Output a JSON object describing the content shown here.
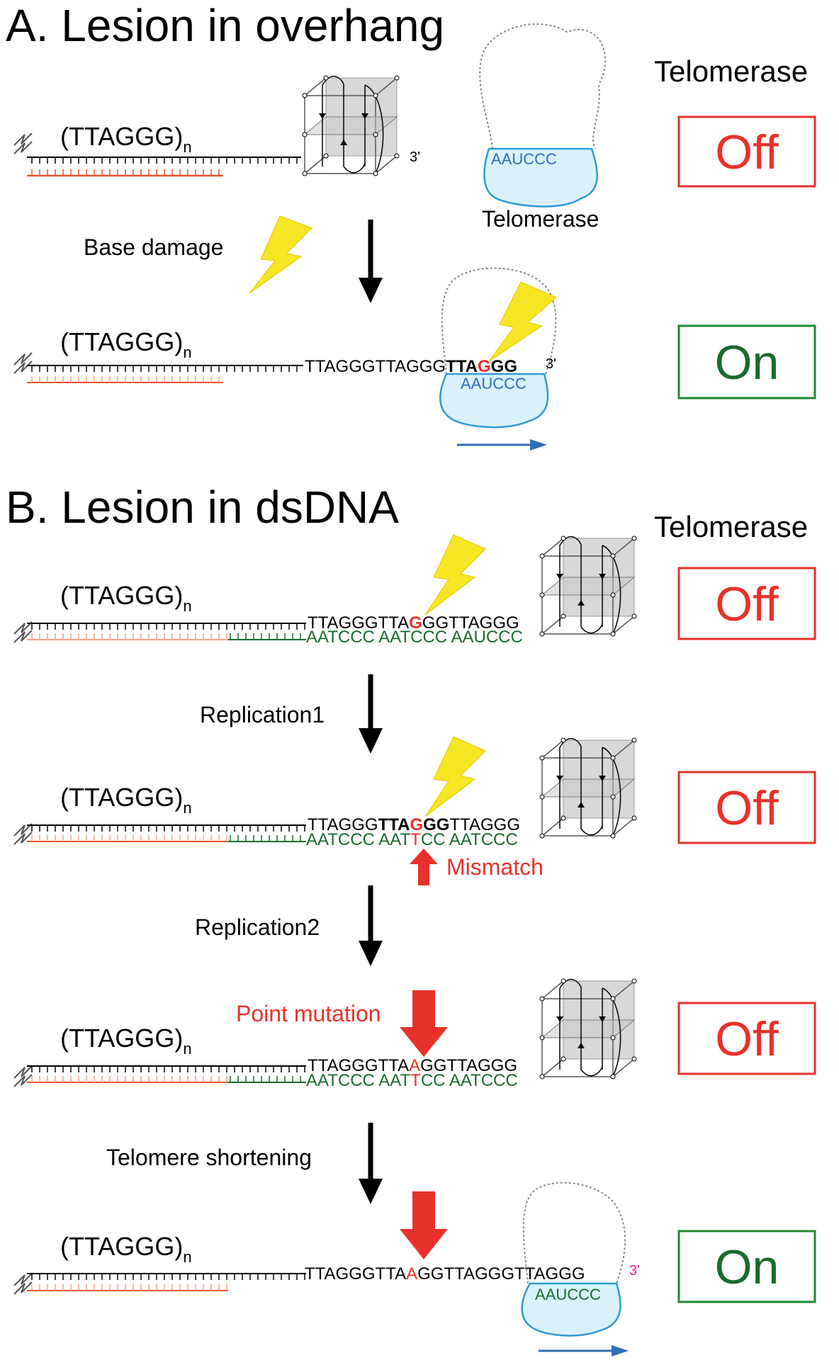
{
  "colors": {
    "black": "#000000",
    "red": "#e8312a",
    "orange": "#e9542a",
    "green": "#1a6b2e",
    "onGreen": "#1f8a34",
    "blue": "#2f6db5",
    "telBlueFill": "#d9f1fb",
    "telBlueStroke": "#2f9bd3",
    "bolt": "#f7e623",
    "magenta": "#e0218a",
    "cubeGray": "#d8d8d8"
  },
  "panelA": {
    "title": "A. Lesion in overhang",
    "telomerase_header": "Telomerase",
    "repeat_label": "(TTAGGG)",
    "repeat_sub": "n",
    "three_prime": "3'",
    "template_seq": "AAUCCC",
    "telomerase_caption": "Telomerase",
    "state1": "Off",
    "step_label": "Base damage",
    "overhang_normal": "TTAGGGTTAGGG",
    "overhang_bold1": "TTA",
    "overhang_red": "G",
    "overhang_bold2": "GG",
    "state2": "On"
  },
  "panelB": {
    "title": "B. Lesion in dsDNA",
    "telomerase_header": "Telomerase",
    "repeat_label": "(TTAGGG)",
    "repeat_sub": "n",
    "row1": {
      "top_a": "TTAGGGTTA",
      "top_red": "G",
      "top_b": "GGTTAGGG",
      "bottom": "AATCCC AATCCC AAUCCC",
      "state": "Off"
    },
    "step1": "Replication1",
    "row2": {
      "top_a": "TTAGGG",
      "top_bold": "TTA",
      "top_red": "G",
      "top_bold2": "GG",
      "top_b": "TTAGGG",
      "bottom_a": "AATCCC AAT",
      "bottom_red": "T",
      "bottom_b": "CC AATCCC",
      "mismatch": "Mismatch",
      "state": "Off"
    },
    "step2": "Replication2",
    "row3": {
      "point_mutation": "Point mutation",
      "top_a": "TTAGGGTTA",
      "top_red": "A",
      "top_b": "GGTTAGGG",
      "bottom_a": "AATCCC AAT",
      "bottom_red": "T",
      "bottom_b": "CC AATCCC",
      "state": "Off"
    },
    "step3": "Telomere shortening",
    "row4": {
      "top_a": "TTAGGGTTA",
      "top_red": "A",
      "top_b": "GGTTAGGGTTAGGG",
      "three_prime": "3'",
      "template_seq": "AAUCCC",
      "state": "On"
    }
  }
}
